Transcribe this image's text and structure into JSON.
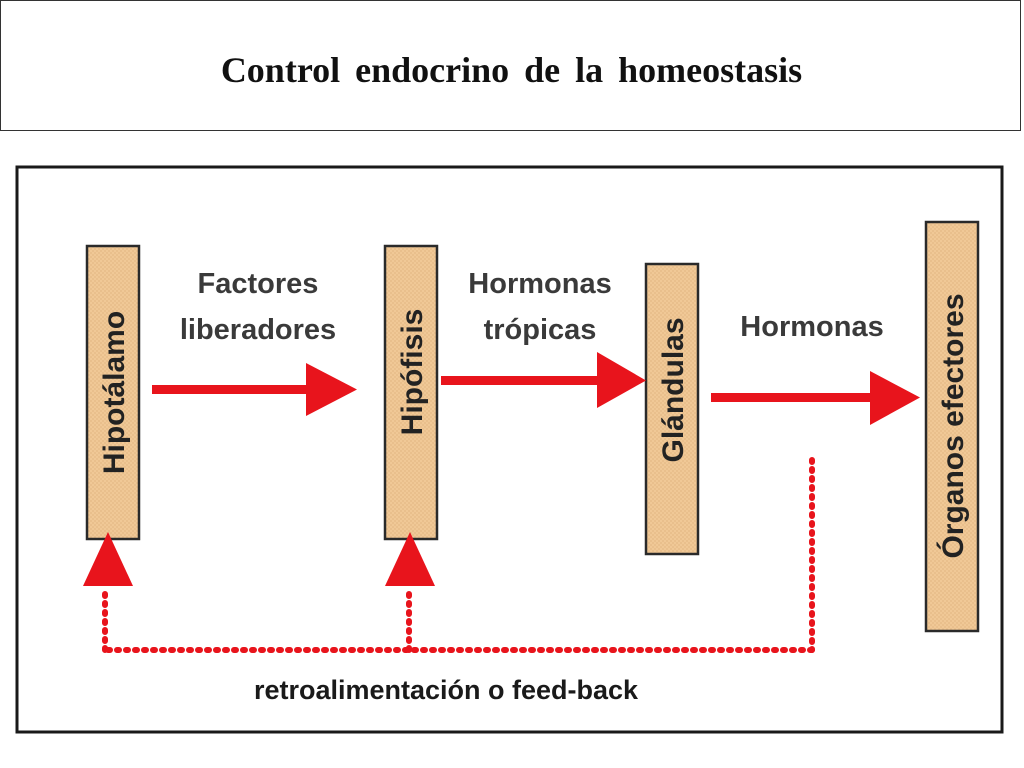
{
  "header": {
    "title": "Control  endocrino  de  la  homeostasis"
  },
  "diagram": {
    "boxes": {
      "hipotalamo": "Hipotálamo",
      "hipofisis": "Hipófisis",
      "glandulas": "Glándulas",
      "organos": "Órganos efectores"
    },
    "arrows": {
      "factores_line1": "Factores",
      "factores_line2": "liberadores",
      "tropicas_line1": "Hormonas",
      "tropicas_line2": "trópicas",
      "hormonas": "Hormonas"
    },
    "feedback": "retroalimentación o feed-back",
    "colors": {
      "box_fill": "#f0c896",
      "box_stroke": "#2a2a2a",
      "arrow_red": "#e8141c",
      "frame": "#1a1a1a"
    }
  }
}
